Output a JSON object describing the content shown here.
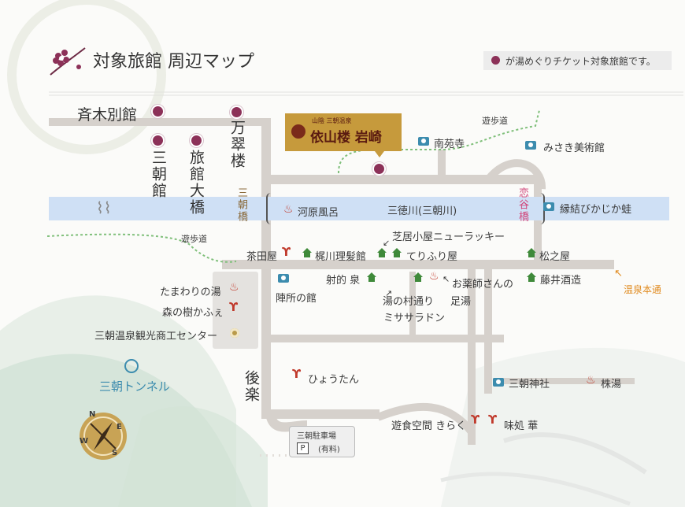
{
  "header": {
    "title": "対象旅館 周辺マップ",
    "legend_text": "が湯めぐりチケット対象旅館です。",
    "dot_color": "#8c3158"
  },
  "ryokan": {
    "saiki": "斉木別館",
    "misasakan": "三朝館",
    "ryokan_ohashi": "旅館大橋",
    "bansuirou": "万翠楼",
    "iwasaki_sign": "依山楼 岩崎",
    "iwasaki_sub": "山陰 三朝温泉"
  },
  "river": {
    "name": "三徳川(三朝川)",
    "bridge_misasa": "三朝橋",
    "bridge_koidani": "恋谷橋",
    "color": "#cfe0f5"
  },
  "landmarks": {
    "nanenji": "南苑寺",
    "misaki_museum": "みさき美術館",
    "kawara_buro": "河原風呂",
    "enmusubi_kaeru": "縁結びかじか蛙",
    "yuhodou_1": "遊歩道",
    "yuhodou_2": "遊歩道",
    "shibai_goya": "芝居小屋ニューラッキー",
    "chadaya": "茶田屋",
    "kajikawa": "梶川理髪館",
    "terifuriya": "てりふり屋",
    "matsunoya": "松之屋",
    "onsen_hondori": "温泉本通",
    "jinsho": "陣所の館",
    "shateki": "射的 泉",
    "yunomura_dori": "湯の村通り",
    "misasa_radon": "ミササラドン",
    "okusushi": "お薬師さんの",
    "ashiyu": "足湯",
    "fujii_saketen": "藤井酒造",
    "tamawari": "たまわりの湯",
    "morinoki": "森の樹かふぇ",
    "kankou_center": "三朝温泉観光商工センター",
    "tunnel": "三朝トンネル",
    "goraku": "後楽",
    "hyoutan": "ひょうたん",
    "misasa_jinja": "三朝神社",
    "kabuyu": "株湯",
    "yushoku": "遊食空間 きらく",
    "ajidokoro": "味処 華",
    "parking_name": "三朝駐車場",
    "parking_note": "(有料)",
    "parking_icon": "P"
  },
  "compass": {
    "n": "N",
    "s": "S",
    "e": "E",
    "w": "W"
  },
  "colors": {
    "road": "#d6d1cc",
    "camera": "#3c8cae",
    "house": "#3f8a3a",
    "onsen": "#c0392b",
    "walk_path": "#7fbf7a",
    "accent_orange": "#e08a1e"
  }
}
